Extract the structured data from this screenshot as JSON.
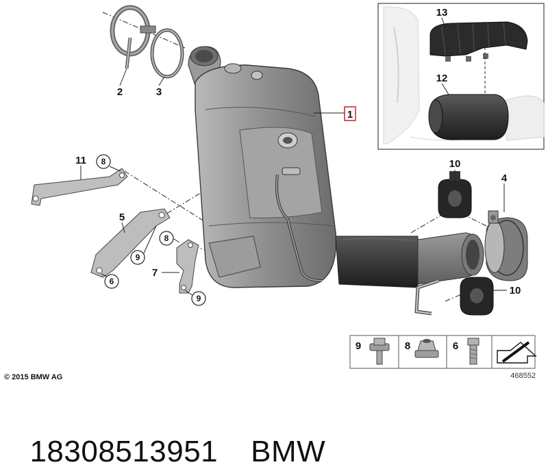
{
  "diagram": {
    "callouts": {
      "c1": "1",
      "c2": "2",
      "c3": "3",
      "c4": "4",
      "c5": "5",
      "c7": "7",
      "c10a": "10",
      "c10b": "10",
      "c11": "11",
      "c12": "12",
      "c13": "13"
    },
    "circled": {
      "p8a": "8",
      "p8b": "8",
      "p9a": "9",
      "p9b": "9",
      "p6": "6"
    },
    "legend": {
      "items": [
        {
          "num": "9"
        },
        {
          "num": "8"
        },
        {
          "num": "6"
        }
      ]
    },
    "copyright": "© 2015 BMW AG",
    "reference_number": "468552"
  },
  "caption": {
    "part_number": "18308513951",
    "brand": "BMW"
  },
  "colors": {
    "highlight_box": "#d21f26",
    "part_gray": "#8a8a8a",
    "part_dark": "#3a3a3a"
  }
}
